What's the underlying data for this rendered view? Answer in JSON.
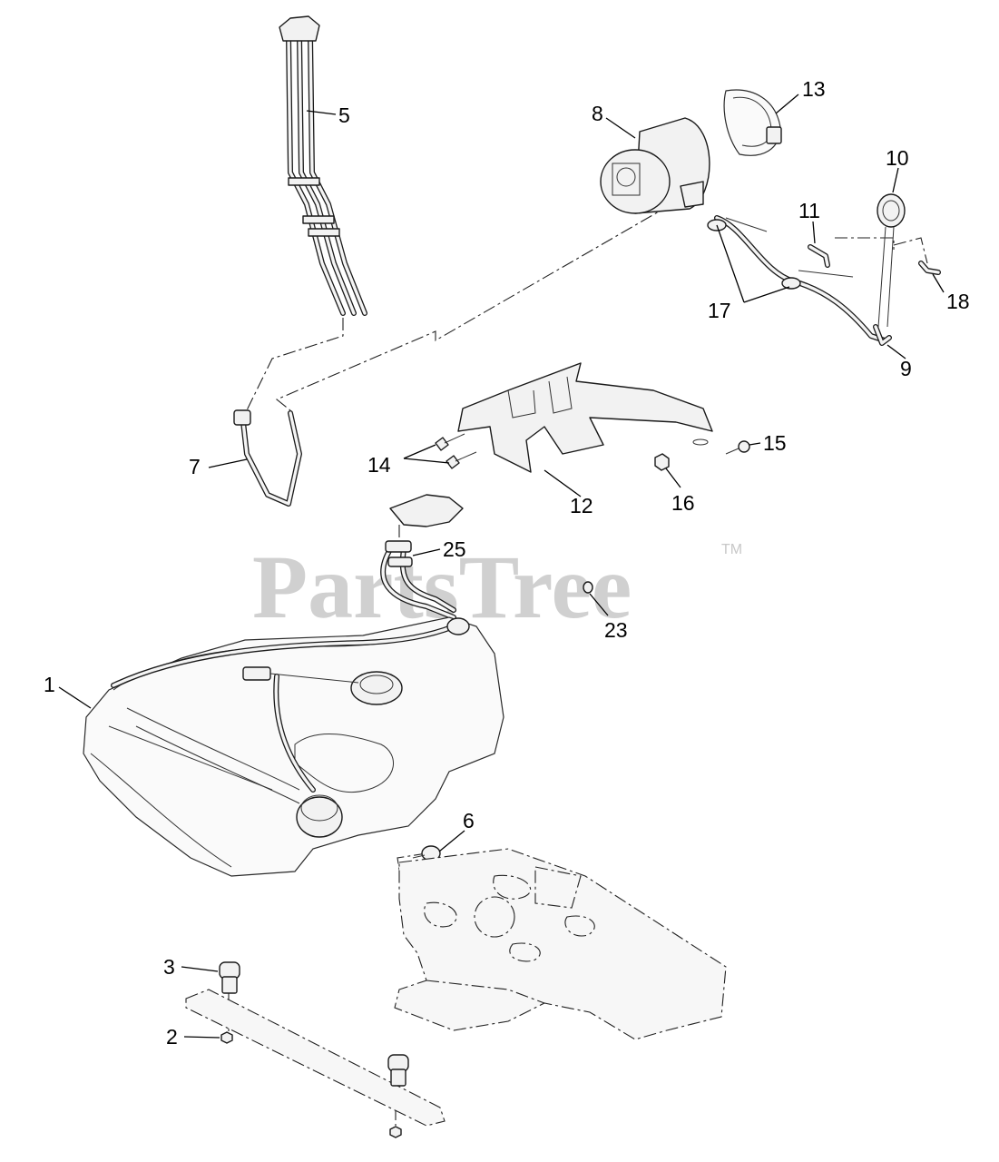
{
  "watermark": {
    "text": "PartsTree",
    "tm": "TM"
  },
  "callouts": {
    "c1": "1",
    "c2": "2",
    "c3": "3",
    "c5": "5",
    "c6": "6",
    "c7": "7",
    "c8": "8",
    "c9": "9",
    "c10": "10",
    "c11": "11",
    "c12": "12",
    "c13": "13",
    "c14": "14",
    "c15": "15",
    "c16": "16",
    "c17": "17",
    "c18": "18",
    "c23": "23",
    "c25": "25"
  }
}
